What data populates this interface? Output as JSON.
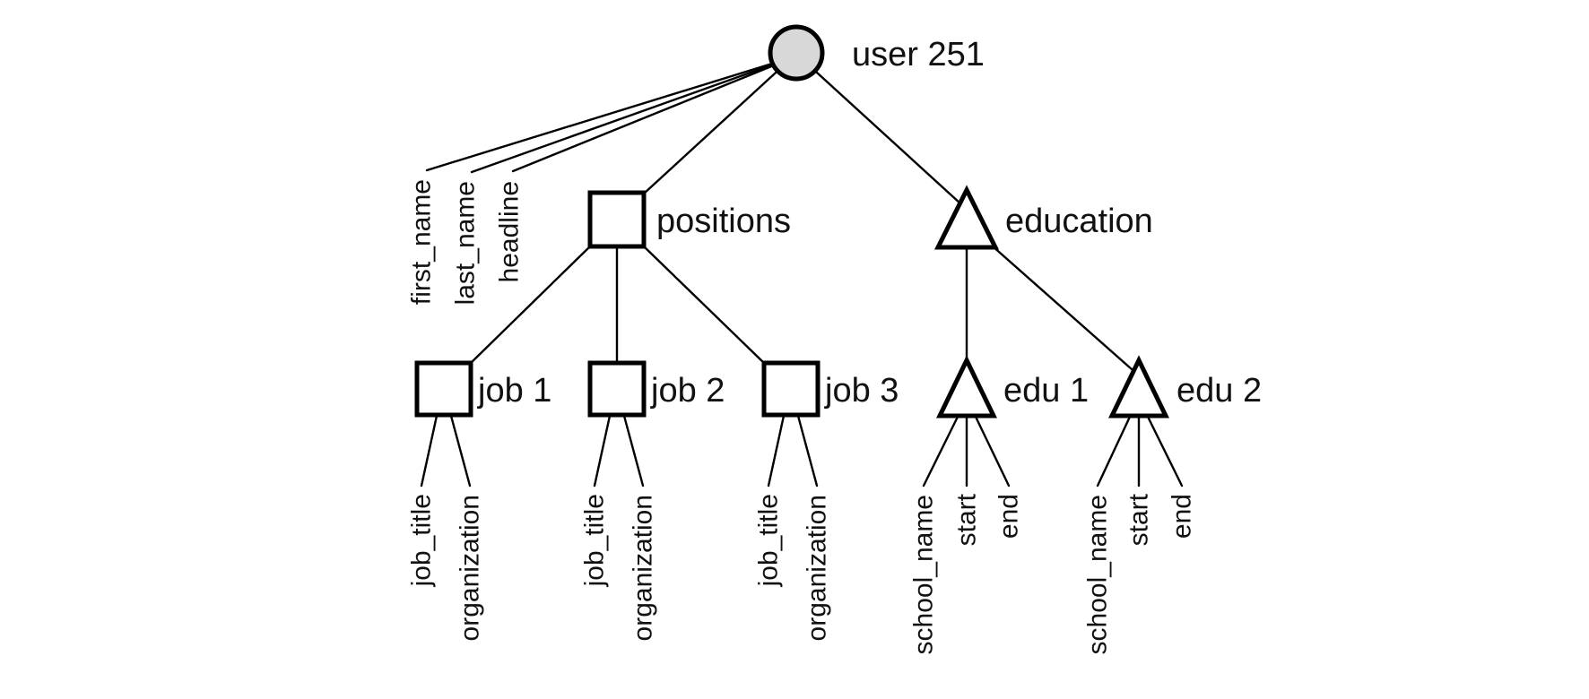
{
  "figure": {
    "root": {
      "label": "user 251",
      "attributes": [
        "first_name",
        "last_name",
        "headline"
      ]
    },
    "branches": {
      "positions": {
        "label": "positions",
        "children": [
          {
            "label": "job 1",
            "attributes": [
              "job_title",
              "organization"
            ]
          },
          {
            "label": "job 2",
            "attributes": [
              "job_title",
              "organization"
            ]
          },
          {
            "label": "job 3",
            "attributes": [
              "job_title",
              "organization"
            ]
          }
        ]
      },
      "education": {
        "label": "education",
        "children": [
          {
            "label": "edu 1",
            "attributes": [
              "school_name",
              "start",
              "end"
            ]
          },
          {
            "label": "edu 2",
            "attributes": [
              "school_name",
              "start",
              "end"
            ]
          }
        ]
      }
    },
    "colors": {
      "root_fill": "#d8d8d8",
      "shape_fill": "#ffffff",
      "line": "#000000",
      "text": "#111111",
      "background": "#ffffff"
    }
  }
}
